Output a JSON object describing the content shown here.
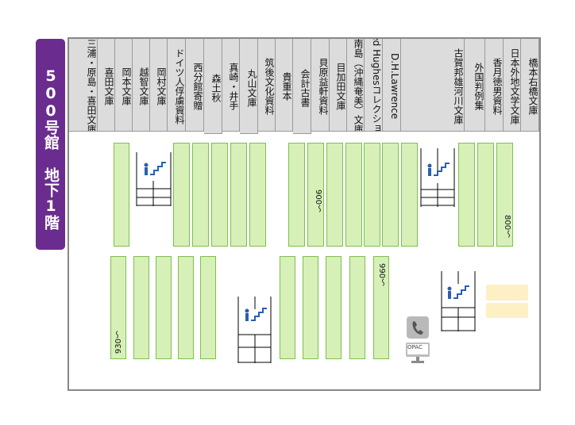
{
  "title": "500号館 地下1階",
  "collections": [
    {
      "id": "kiyota",
      "label": "三浦・原島・喜田文庫"
    },
    {
      "id": "kita",
      "label": "喜田文庫"
    },
    {
      "id": "okamoto",
      "label": "岡本文庫"
    },
    {
      "id": "ochi",
      "label": "越智文庫"
    },
    {
      "id": "okamura",
      "label": "岡村文庫"
    },
    {
      "id": "german",
      "label": "ドイツ人俘虜資料"
    },
    {
      "id": "nishi",
      "label": "西分館寄贈"
    },
    {
      "id": "mori",
      "label": "森土秋"
    },
    {
      "id": "masaki",
      "label": "真崎・井手"
    },
    {
      "id": "maruyama",
      "label": "丸山文庫"
    },
    {
      "id": "chikugo",
      "label": "筑後文化資料"
    },
    {
      "id": "kishige",
      "label": "貴重本"
    },
    {
      "id": "kaikei",
      "label": "会計古書"
    },
    {
      "id": "kaibara",
      "label": "貝原益軒資料"
    },
    {
      "id": "mekata",
      "label": "目加田文庫"
    },
    {
      "id": "nanto",
      "label": "南島（沖縄奄美）文庫"
    },
    {
      "id": "hughes",
      "label": "Ted Hughesコレクション"
    },
    {
      "id": "lawrence",
      "label": "D.H.Lawrence"
    },
    {
      "id": "koga",
      "label": "古賀邦雄河川文庫"
    },
    {
      "id": "hanrei",
      "label": "外国判例集"
    },
    {
      "id": "kozuki",
      "label": "香月徳男資料"
    },
    {
      "id": "nihongai",
      "label": "日本外地文学文庫"
    },
    {
      "id": "hashimoto",
      "label": "橋本右橋文庫"
    }
  ],
  "call_numbers": {
    "n900": "900〜",
    "n800": "800〜",
    "n990": "990〜",
    "n930": "930〜"
  },
  "opac_label": "OPAC",
  "icons": {
    "stairs": "stairs-icon",
    "phone": "phone-icon",
    "opac": "computer-icon"
  },
  "colors": {
    "banner": "#6a2c8e",
    "shelf": "#d6f0b8",
    "shelf_border": "#7fbf4d",
    "desk": "#fdf0c4"
  }
}
